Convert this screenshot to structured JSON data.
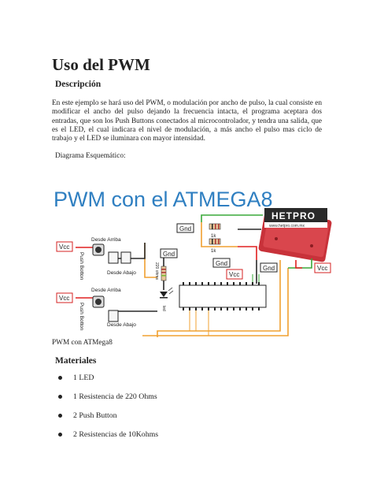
{
  "document": {
    "title": "Uso del PWM",
    "description": {
      "heading": "Descripción",
      "paragraph": "En este ejemplo se hará uso del PWM, o modulación por ancho de pulso, la cual consiste en modificar el ancho del pulso dejando la frecuencia intacta, el programa aceptara dos entradas, que son los Push Buttons conectados al microcontrolador, y tendra una salida, que es el LED, el cual indicara el nivel de modulación, a más ancho el pulso mas ciclo de trabajo y el LED se iluminara con mayor intensidad."
    },
    "diagram_label": "Diagrama Esquemático:",
    "figure": {
      "headline": "PWM con el ATMEGA8",
      "logo": "HETPRO",
      "logo_url": "www.hetpro.com.mx",
      "labels": {
        "gnd": "Gnd",
        "vcc": "Vcc",
        "desde_arriba": "Desde Arriba",
        "desde_abajo": "Desde Abajo",
        "push_botton": "Push Botton",
        "resistor_1k": "1k",
        "resistor_220": "220 ohms",
        "led": "led"
      },
      "colors": {
        "headline": "#2f7fc1",
        "wire_gnd": "#2a2a2a",
        "wire_vcc": "#e02020",
        "wire_signal": "#f0a030",
        "wire_green": "#3aa83a",
        "board": "#c8323a",
        "vcc_box": "#d42020"
      }
    },
    "caption": "PWM con ATMega8",
    "materials": {
      "heading": "Materiales",
      "items": [
        "1 LED",
        "1 Resistencia de 220 Ohms",
        "2 Push Button",
        "2 Resistencias de 10Kohms"
      ]
    }
  }
}
